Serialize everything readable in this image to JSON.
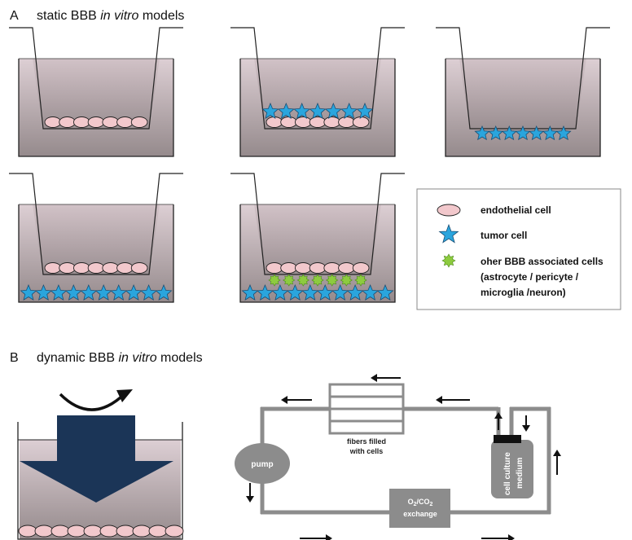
{
  "panel_a": {
    "letter": "A",
    "title_pre": "static BBB ",
    "title_italic": "in vitro",
    "title_post": " models"
  },
  "panel_b": {
    "letter": "B",
    "title_pre": "dynamic BBB ",
    "title_italic": "in vitro",
    "title_post": " models"
  },
  "legend": {
    "endothelial": "endothelial cell",
    "tumor": "tumor cell",
    "other_line1": "oher BBB associated cells",
    "other_line2": "(astrocyte / pericyte /",
    "other_line3": "microglia /neuron)"
  },
  "circuit": {
    "fibers_line1": "fibers filled",
    "fibers_line2": "with cells",
    "pump": "pump",
    "medium_line1": "cell culture",
    "medium_line2": "medium",
    "exchange_o2": "O",
    "exchange_o2_sub": "2",
    "exchange_slash": "/CO",
    "exchange_co2_sub": "2",
    "exchange_line2": "exchange"
  },
  "colors": {
    "endothelial": "#f2c8cc",
    "tumor": "#2aa5dd",
    "other": "#8dcb3f",
    "arrow_block": "#1b3557",
    "circuit_gray": "#8c8c8c",
    "medium_cap": "#111111"
  }
}
